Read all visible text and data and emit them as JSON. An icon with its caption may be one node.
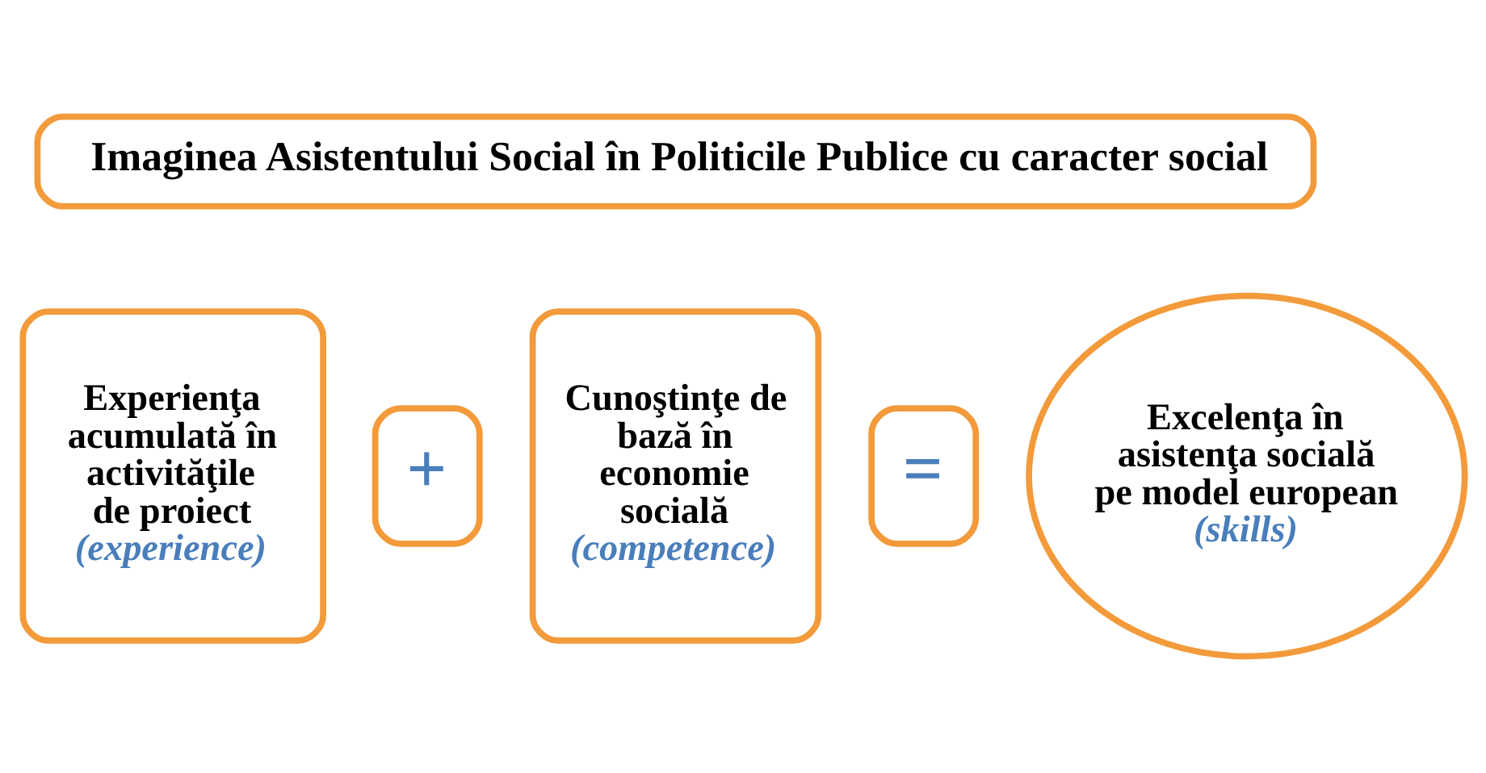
{
  "diagram": {
    "nodes": [
      {
        "text": [
          "Imaginea Asistentului Social în Politicile Publice cu caracter social"
        ]
      },
      {
        "text": [
          "Experienţa acumulată în activităţile de proiect",
          "(experience)"
        ]
      },
      {
        "text": [
          "+"
        ]
      },
      {
        "text": [
          "Cunoştinţe de bază în economie socială",
          "(competence)"
        ]
      },
      {
        "text": [
          "="
        ]
      },
      {
        "text": [
          "Excelenţa în asistenţa socială pe model european",
          "(skills)"
        ]
      }
    ]
  }
}
